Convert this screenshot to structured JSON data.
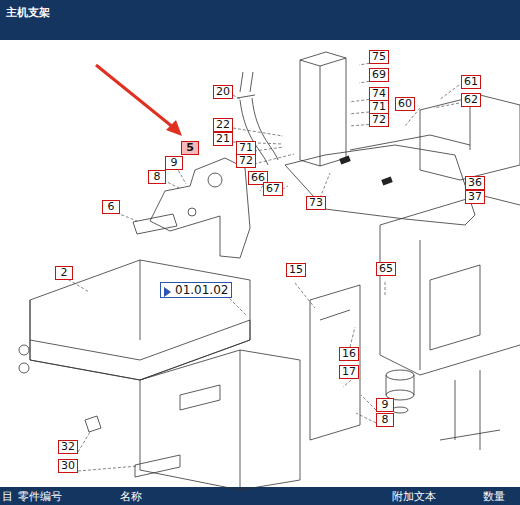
{
  "diagram": {
    "title": "主机支架",
    "nodes": [
      {
        "text": [
          "75"
        ]
      },
      {
        "text": [
          "69"
        ]
      },
      {
        "text": [
          "20"
        ]
      },
      {
        "text": [
          "74"
        ]
      },
      {
        "text": [
          "71"
        ]
      },
      {
        "text": [
          "72"
        ]
      },
      {
        "text": [
          "61"
        ]
      },
      {
        "text": [
          "62"
        ]
      },
      {
        "text": [
          "60"
        ]
      },
      {
        "text": [
          "22"
        ]
      },
      {
        "text": [
          "21"
        ]
      },
      {
        "text": [
          "71"
        ]
      },
      {
        "text": [
          "72"
        ]
      },
      {
        "text": [
          "5"
        ]
      },
      {
        "text": [
          "9"
        ]
      },
      {
        "text": [
          "66"
        ]
      },
      {
        "text": [
          "8"
        ]
      },
      {
        "text": [
          "67"
        ]
      },
      {
        "text": [
          "73"
        ]
      },
      {
        "text": [
          "36"
        ]
      },
      {
        "text": [
          "37"
        ]
      },
      {
        "text": [
          "6"
        ]
      },
      {
        "text": [
          "2"
        ]
      },
      {
        "text": [
          "01.01.02"
        ]
      },
      {
        "text": [
          "15"
        ]
      },
      {
        "text": [
          "65"
        ]
      },
      {
        "text": [
          "16"
        ]
      },
      {
        "text": [
          "17"
        ]
      },
      {
        "text": [
          "9"
        ]
      },
      {
        "text": [
          "8"
        ]
      },
      {
        "text": [
          "32"
        ]
      },
      {
        "text": [
          "30"
        ]
      }
    ],
    "labels": [
      "目",
      "零件编号",
      "名称",
      "附加文本",
      "数量"
    ]
  }
}
